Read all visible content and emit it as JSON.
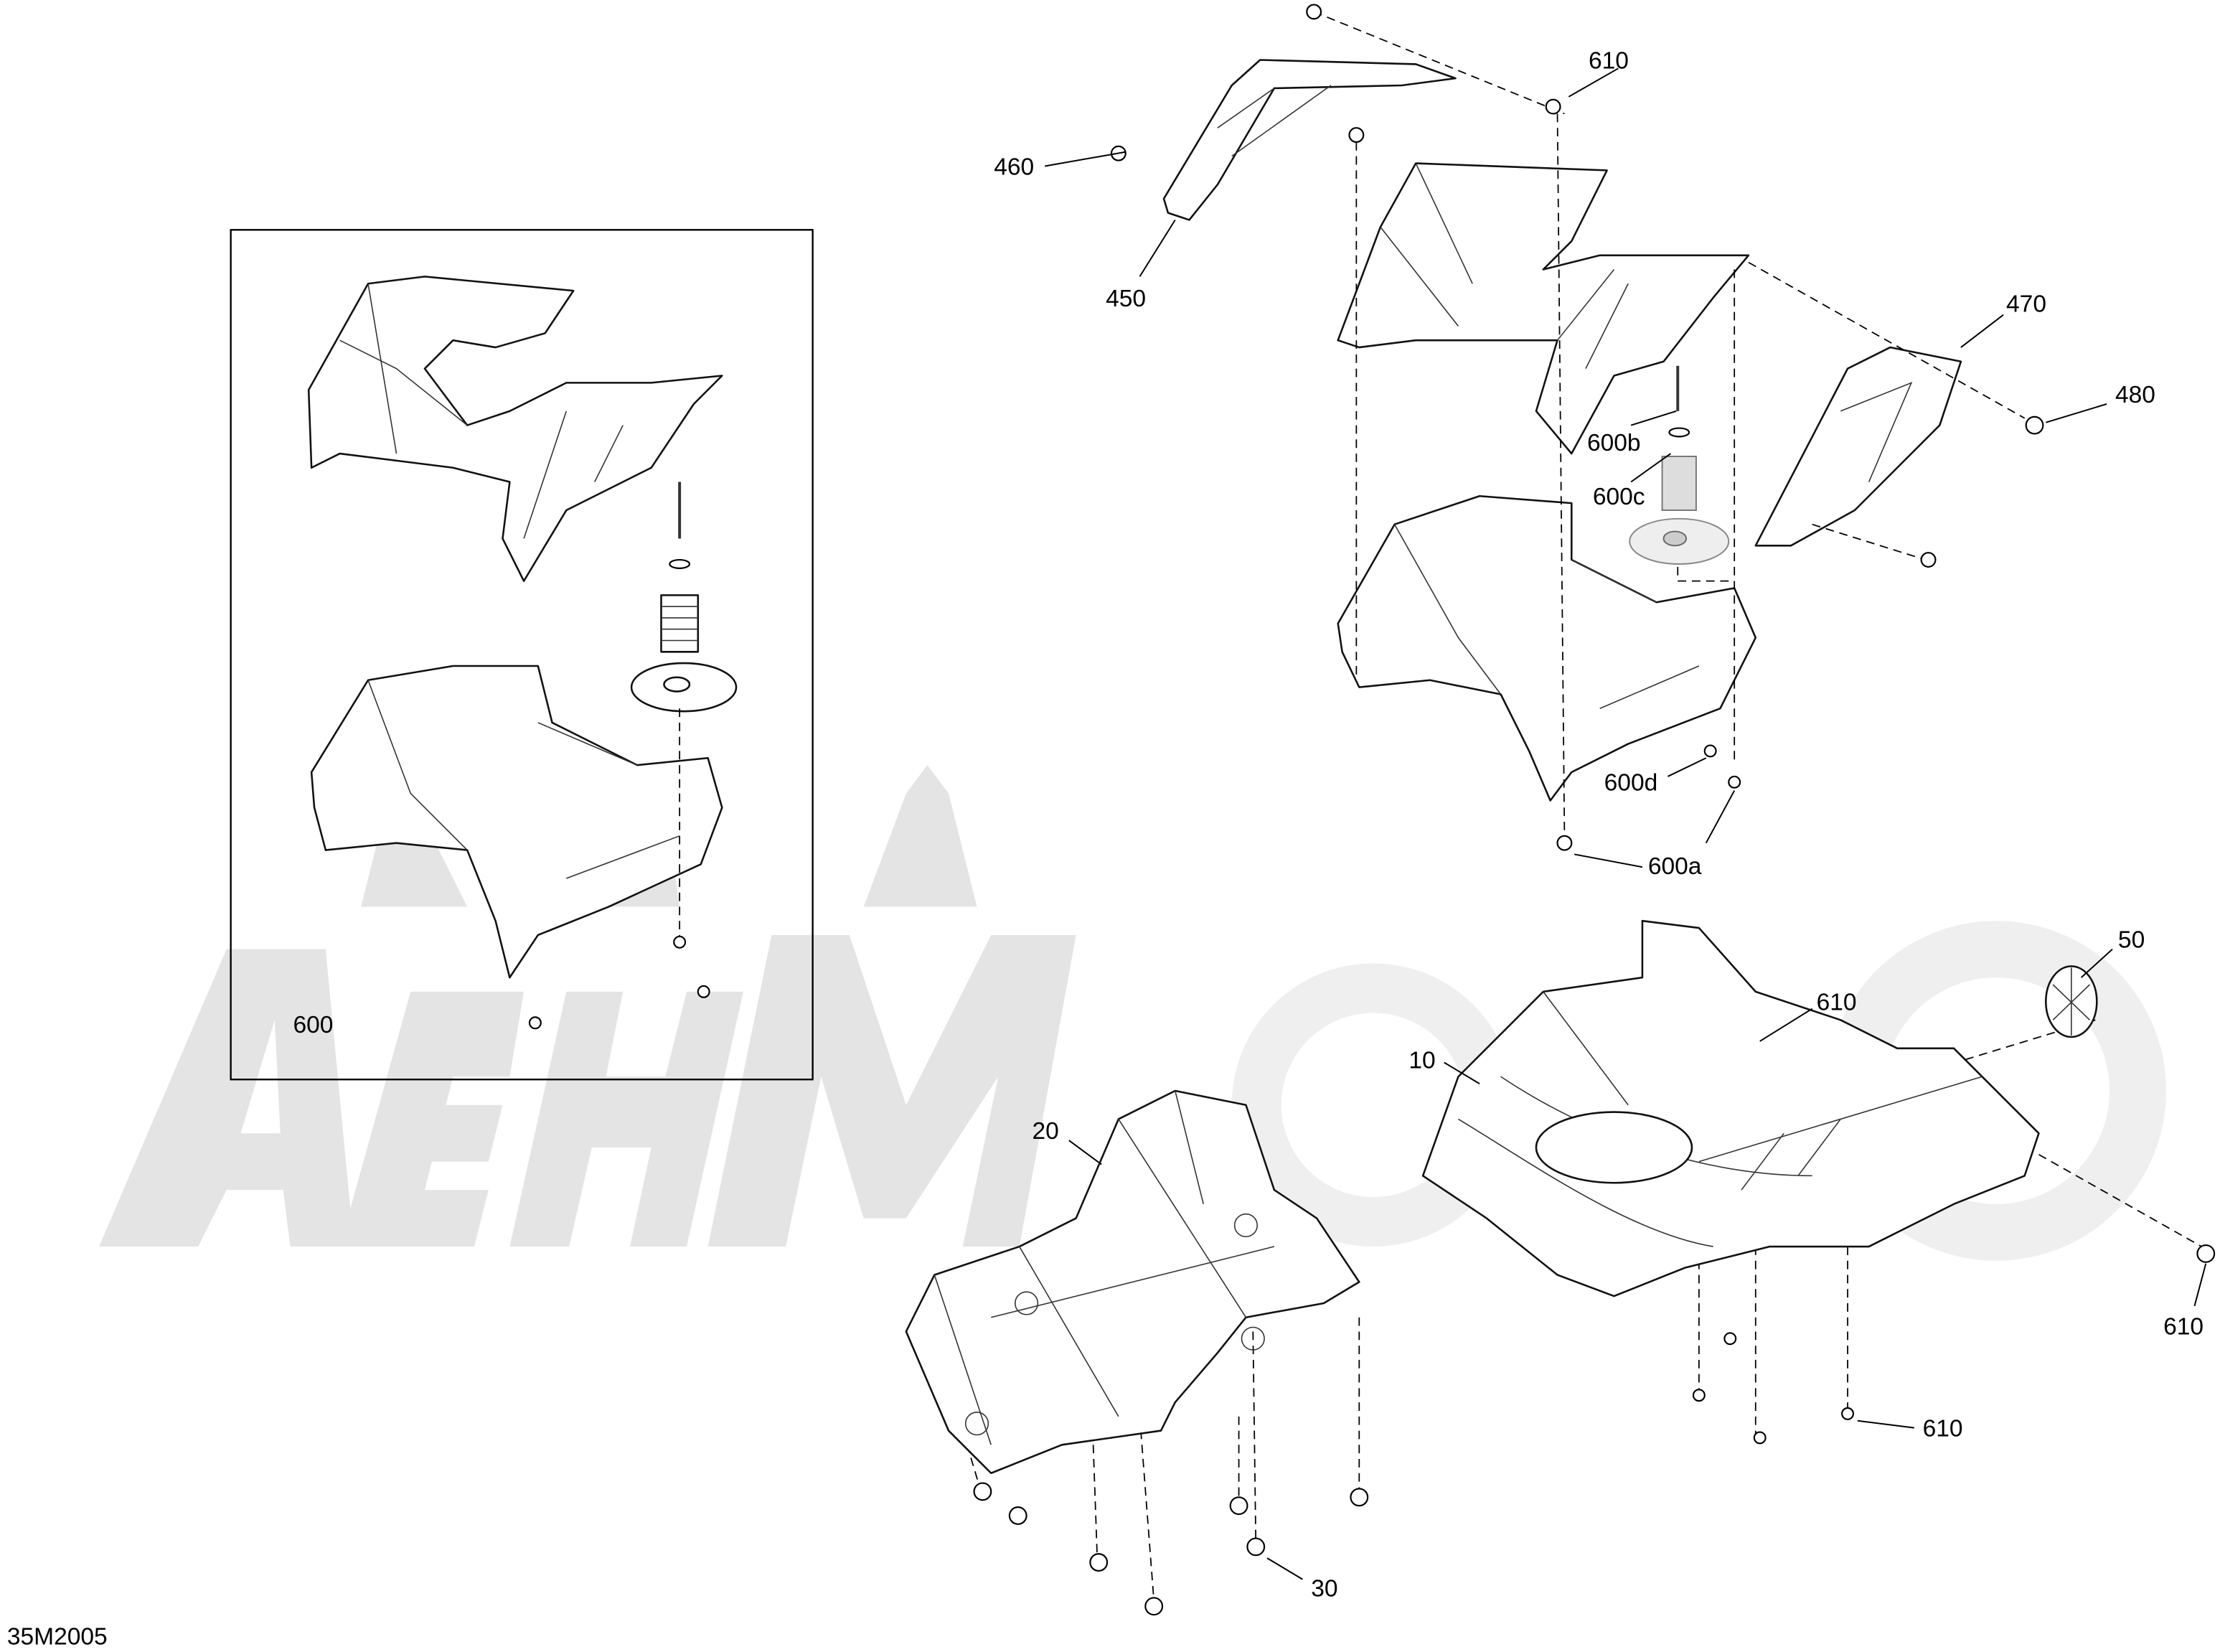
{
  "diagram": {
    "code": "35M2005",
    "watermark": "AeHMoto",
    "callouts": {
      "c610_top": "610",
      "c460": "460",
      "c450": "450",
      "c470": "470",
      "c480": "480",
      "c600b": "600b",
      "c600c": "600c",
      "c600d": "600d",
      "c600a": "600a",
      "c600": "600",
      "c50": "50",
      "c610_mid": "610",
      "c10": "10",
      "c20": "20",
      "c610_right": "610",
      "c610_bottom": "610",
      "c30": "30"
    }
  }
}
